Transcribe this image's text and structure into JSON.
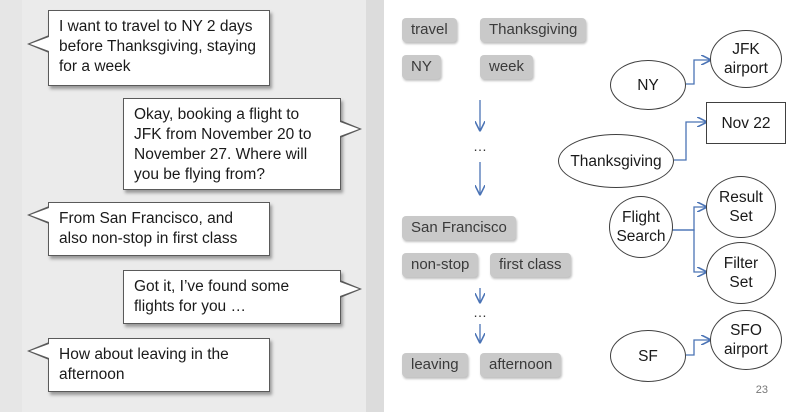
{
  "conversation": [
    {
      "speaker": "user",
      "text": "I want to travel to NY 2 days before Thanksgiving, staying for a week"
    },
    {
      "speaker": "agent",
      "text": "Okay, booking a flight to JFK from November 20 to November 27.  Where will you be flying from?"
    },
    {
      "speaker": "user",
      "text": "From San Francisco, and also non-stop in first class"
    },
    {
      "speaker": "agent",
      "text": "Got it, I’ve found some flights for you …"
    },
    {
      "speaker": "user",
      "text": "How about leaving in the afternoon"
    }
  ],
  "tags": {
    "travel": "travel",
    "thanksgiving": "Thanksgiving",
    "ny": "NY",
    "week": "week",
    "ellipsis_1": "…",
    "san_francisco": "San Francisco",
    "non_stop": "non-stop",
    "first_class": "first class",
    "ellipsis_2": "…",
    "leaving": "leaving",
    "afternoon": "afternoon"
  },
  "graph": {
    "ny": "NY",
    "jfk_airport": "JFK airport",
    "thanksgiving": "Thanksgiving",
    "nov_22": "Nov 22",
    "flight_search": "Flight Search",
    "result_set": "Result Set",
    "filter_set": "Filter Set",
    "sf": "SF",
    "sfo_airport": "SFO airport"
  },
  "page_number": "23",
  "colors": {
    "chat_background": "#ebebeb",
    "tag_fill": "#c9c9c9",
    "arrow": "#4a73b5",
    "node_border": "#404040"
  }
}
